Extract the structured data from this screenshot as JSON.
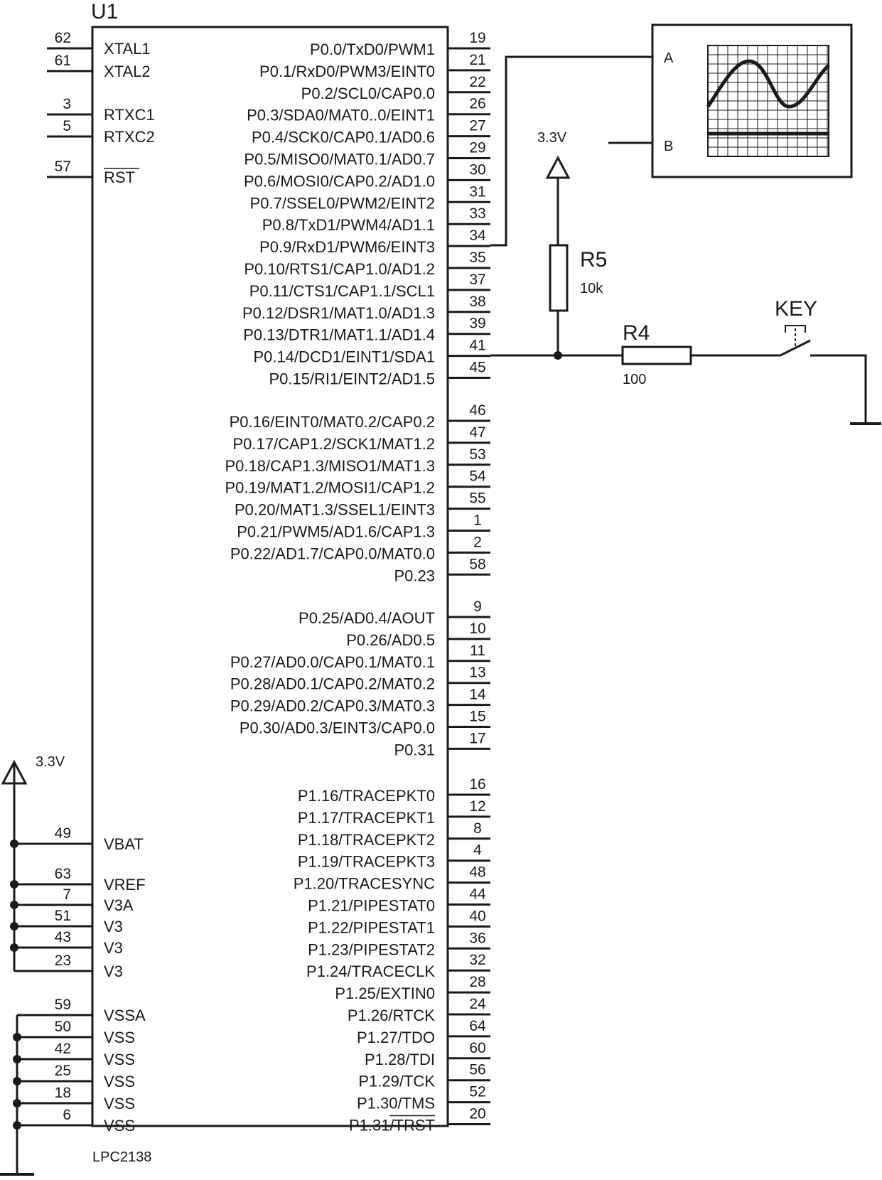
{
  "chip": {
    "ref": "U1",
    "part": "LPC2138",
    "left_pins": [
      {
        "num": "62",
        "label": "XTAL1"
      },
      {
        "num": "61",
        "label": "XTAL2"
      },
      {
        "num": "3",
        "label": "RTXC1"
      },
      {
        "num": "5",
        "label": "RTXC2"
      },
      {
        "num": "57",
        "label": "RST",
        "overbar": true
      },
      {
        "num": "49",
        "label": "VBAT"
      },
      {
        "num": "63",
        "label": "VREF"
      },
      {
        "num": "7",
        "label": "V3A"
      },
      {
        "num": "51",
        "label": "V3"
      },
      {
        "num": "43",
        "label": "V3"
      },
      {
        "num": "23",
        "label": "V3"
      },
      {
        "num": "59",
        "label": "VSSA"
      },
      {
        "num": "50",
        "label": "VSS"
      },
      {
        "num": "42",
        "label": "VSS"
      },
      {
        "num": "25",
        "label": "VSS"
      },
      {
        "num": "18",
        "label": "VSS"
      },
      {
        "num": "6",
        "label": "VSS"
      }
    ],
    "right_pins": [
      {
        "num": "19",
        "label": "P0.0/TxD0/PWM1"
      },
      {
        "num": "21",
        "label": "P0.1/RxD0/PWM3/EINT0"
      },
      {
        "num": "22",
        "label": "P0.2/SCL0/CAP0.0"
      },
      {
        "num": "26",
        "label": "P0.3/SDA0/MAT0..0/EINT1"
      },
      {
        "num": "27",
        "label": "P0.4/SCK0/CAP0.1/AD0.6"
      },
      {
        "num": "29",
        "label": "P0.5/MISO0/MAT0.1/AD0.7"
      },
      {
        "num": "30",
        "label": "P0.6/MOSI0/CAP0.2/AD1.0"
      },
      {
        "num": "31",
        "label": "P0.7/SSEL0/PWM2/EINT2"
      },
      {
        "num": "33",
        "label": "P0.8/TxD1/PWM4/AD1.1"
      },
      {
        "num": "34",
        "label": "P0.9/RxD1/PWM6/EINT3"
      },
      {
        "num": "35",
        "label": "P0.10/RTS1/CAP1.0/AD1.2"
      },
      {
        "num": "37",
        "label": "P0.11/CTS1/CAP1.1/SCL1"
      },
      {
        "num": "38",
        "label": "P0.12/DSR1/MAT1.0/AD1.3"
      },
      {
        "num": "39",
        "label": "P0.13/DTR1/MAT1.1/AD1.4"
      },
      {
        "num": "41",
        "label": "P0.14/DCD1/EINT1/SDA1"
      },
      {
        "num": "45",
        "label": "P0.15/RI1/EINT2/AD1.5"
      },
      {
        "num": "46",
        "label": "P0.16/EINT0/MAT0.2/CAP0.2"
      },
      {
        "num": "47",
        "label": "P0.17/CAP1.2/SCK1/MAT1.2"
      },
      {
        "num": "53",
        "label": "P0.18/CAP1.3/MISO1/MAT1.3"
      },
      {
        "num": "54",
        "label": "P0.19/MAT1.2/MOSI1/CAP1.2"
      },
      {
        "num": "55",
        "label": "P0.20/MAT1.3/SSEL1/EINT3"
      },
      {
        "num": "1",
        "label": "P0.21/PWM5/AD1.6/CAP1.3"
      },
      {
        "num": "2",
        "label": "P0.22/AD1.7/CAP0.0/MAT0.0"
      },
      {
        "num": "58",
        "label": "P0.23"
      },
      {
        "num": "9",
        "label": "P0.25/AD0.4/AOUT"
      },
      {
        "num": "10",
        "label": "P0.26/AD0.5"
      },
      {
        "num": "11",
        "label": "P0.27/AD0.0/CAP0.1/MAT0.1"
      },
      {
        "num": "13",
        "label": "P0.28/AD0.1/CAP0.2/MAT0.2"
      },
      {
        "num": "14",
        "label": "P0.29/AD0.2/CAP0.3/MAT0.3"
      },
      {
        "num": "15",
        "label": "P0.30/AD0.3/EINT3/CAP0.0"
      },
      {
        "num": "17",
        "label": "P0.31"
      },
      {
        "num": "16",
        "label": "P1.16/TRACEPKT0"
      },
      {
        "num": "12",
        "label": "P1.17/TRACEPKT1"
      },
      {
        "num": "8",
        "label": "P1.18/TRACEPKT2"
      },
      {
        "num": "4",
        "label": "P1.19/TRACEPKT3"
      },
      {
        "num": "48",
        "label": "P1.20/TRACESYNC"
      },
      {
        "num": "44",
        "label": "P1.21/PIPESTAT0"
      },
      {
        "num": "40",
        "label": "P1.22/PIPESTAT1"
      },
      {
        "num": "36",
        "label": "P1.23/PIPESTAT2"
      },
      {
        "num": "32",
        "label": "P1.24/TRACECLK"
      },
      {
        "num": "28",
        "label": "P1.25/EXTIN0"
      },
      {
        "num": "24",
        "label": "P1.26/RTCK"
      },
      {
        "num": "64",
        "label": "P1.27/TDO"
      },
      {
        "num": "60",
        "label": "P1.28/TDI"
      },
      {
        "num": "56",
        "label": "P1.29/TCK"
      },
      {
        "num": "52",
        "label": "P1.30/TMS"
      },
      {
        "num": "20",
        "label": "P1.31/TRST",
        "overbar_part": "TRST"
      }
    ]
  },
  "power": {
    "supply_top": "3.3V",
    "supply_left": "3.3V"
  },
  "r5": {
    "ref": "R5",
    "value": "10k"
  },
  "r4": {
    "ref": "R4",
    "value": "100"
  },
  "key": {
    "ref": "KEY"
  },
  "scope": {
    "channel_a": "A",
    "channel_b": "B"
  }
}
